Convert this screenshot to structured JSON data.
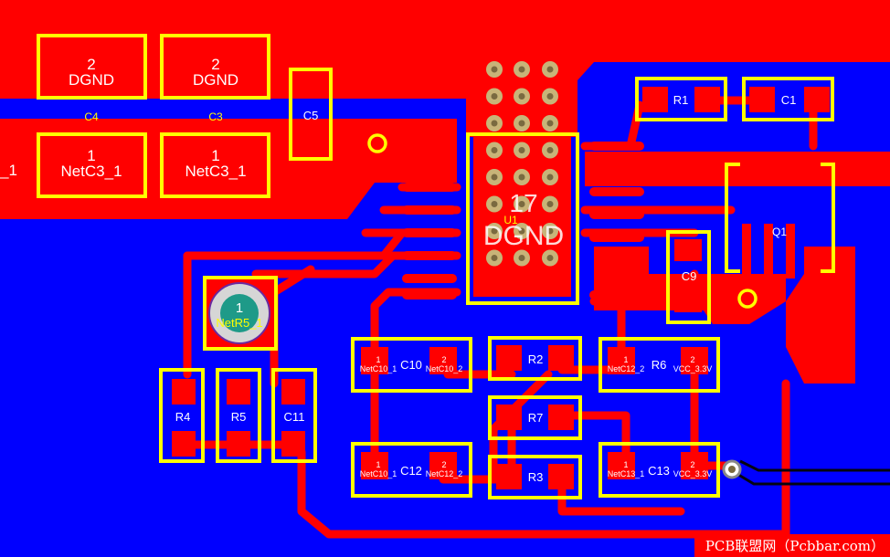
{
  "colors": {
    "background": "#0000ff",
    "copper": "#ff0000",
    "silkscreen": "#ffff00",
    "pad_label": "#ffffff",
    "via": "#c8b478",
    "via_hole": "#7a6a40",
    "drill": "#d6d6d6",
    "pad_green": "#1e9a88",
    "dark_trace": "#050510"
  },
  "components": {
    "c4": {
      "ref": "C4",
      "pad2_num": "2",
      "pad2_net": "DGND",
      "pad1_num": "1",
      "pad1_net": "NetC3_1"
    },
    "c3": {
      "ref": "C3",
      "pad2_num": "2",
      "pad2_net": "DGND",
      "pad1_num": "1",
      "pad1_net": "NetC3_1"
    },
    "c5": {
      "ref": "C5"
    },
    "edge_net_fragment": "_1",
    "u1": {
      "ref": "U1",
      "pad_num": "17",
      "pad_net": "DGND"
    },
    "r1": {
      "ref": "R1"
    },
    "c1": {
      "ref": "C1"
    },
    "q1": {
      "ref": "Q1"
    },
    "c9": {
      "ref": "C9"
    },
    "r5_pad": {
      "num": "1",
      "net": "NetR5_1"
    },
    "r4": {
      "ref": "R4"
    },
    "r5": {
      "ref": "R5"
    },
    "c11": {
      "ref": "C11"
    },
    "c10": {
      "ref": "C10",
      "pad1_num": "1",
      "pad1_net": "NetC10_1",
      "pad2_num": "2",
      "pad2_net": "NetC10_2"
    },
    "c12": {
      "ref": "C12",
      "pad1_num": "1",
      "pad1_net": "NetC10_1",
      "pad2_num": "2",
      "pad2_net": "NetC12_2"
    },
    "r2": {
      "ref": "R2"
    },
    "r7": {
      "ref": "R7"
    },
    "r3": {
      "ref": "R3"
    },
    "r6": {
      "ref": "R6",
      "pad1_num": "1",
      "pad1_net": "NetC12_2",
      "pad2_num": "2",
      "pad2_net": "VCC_3.3V"
    },
    "c13": {
      "ref": "C13",
      "pad1_num": "1",
      "pad1_net": "NetC13_1",
      "pad2_num": "2",
      "pad2_net": "VCC_3.3V"
    }
  },
  "watermark": "PCB联盟网（Pcbbar.com）"
}
